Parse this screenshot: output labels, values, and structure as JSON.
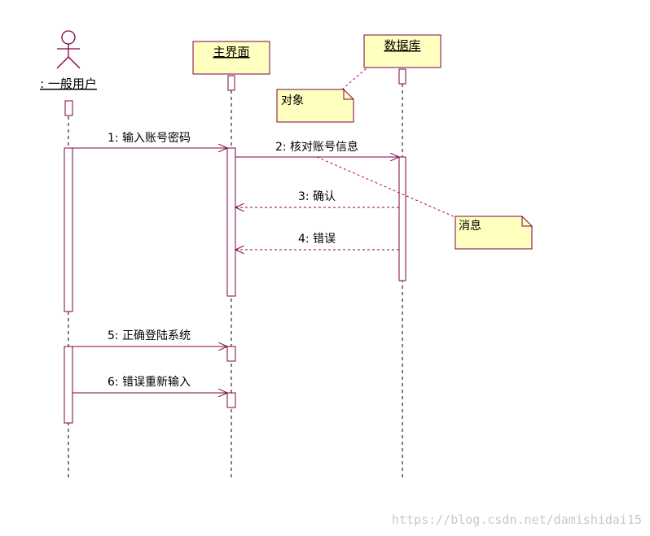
{
  "diagram": {
    "actor": {
      "name": ": 一般用户"
    },
    "objects": [
      {
        "name": "主界面"
      },
      {
        "name": "数据库"
      }
    ],
    "messages": [
      {
        "label": "1: 输入账号密码",
        "type": "sync"
      },
      {
        "label": "2: 核对账号信息",
        "type": "sync"
      },
      {
        "label": "3: 确认",
        "type": "return"
      },
      {
        "label": "4: 错误",
        "type": "return"
      },
      {
        "label": "5: 正确登陆系统",
        "type": "sync"
      },
      {
        "label": "6: 错误重新输入",
        "type": "sync"
      }
    ],
    "notes": [
      {
        "text": "对象"
      },
      {
        "text": "消息"
      }
    ],
    "colors": {
      "line": "#800040",
      "object_fill": "#ffffc0",
      "note_dash": "#c00060"
    }
  },
  "watermark": "https://blog.csdn.net/damishidai15"
}
